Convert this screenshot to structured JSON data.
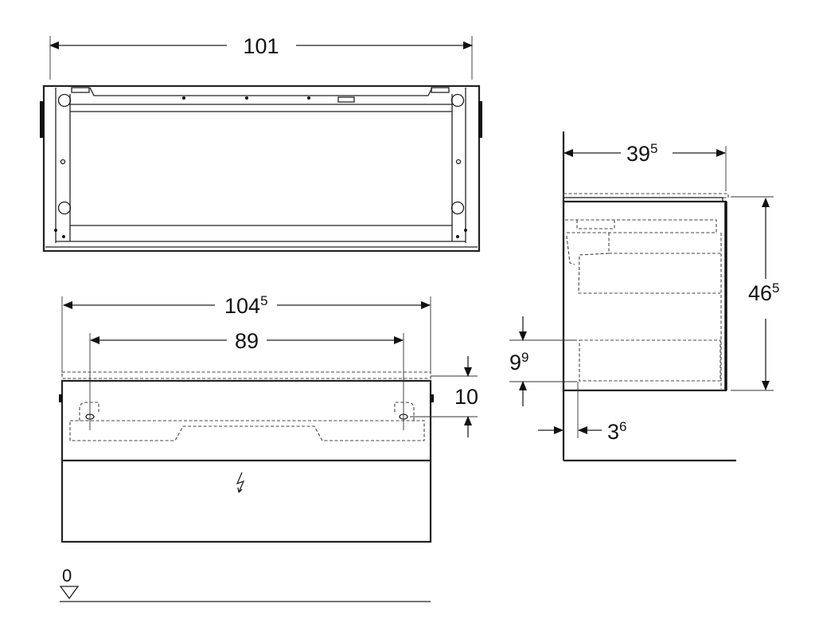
{
  "dimensions": {
    "top_width": {
      "main": "101"
    },
    "front_width": {
      "main": "104",
      "sup": "5"
    },
    "mount_spacing": {
      "main": "89"
    },
    "mount_height": {
      "main": "10"
    },
    "depth": {
      "main": "39",
      "sup": "5"
    },
    "height": {
      "main": "46",
      "sup": "5"
    },
    "drawer_offset": {
      "main": "9",
      "sup": "9"
    },
    "wall_gap": {
      "main": "3",
      "sup": "6"
    },
    "floor_level": {
      "main": "0"
    }
  },
  "colors": {
    "line": "#222222",
    "background": "#ffffff"
  }
}
